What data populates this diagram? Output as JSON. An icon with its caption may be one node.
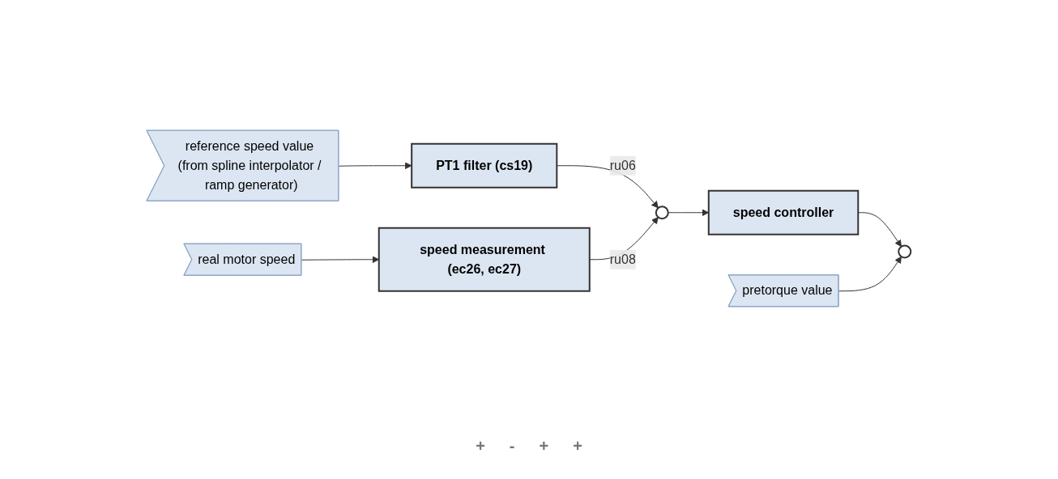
{
  "diagram": {
    "nodes": [
      {
        "text": [
          "pretorque value"
        ]
      },
      {
        "text": [
          "reference speed value (from spline interpolator / ramp generator)"
        ]
      },
      {
        "text": [
          "real motor speed"
        ]
      },
      {
        "text": [
          "PT1 filter (cs19)"
        ]
      },
      {
        "text": [
          "speed measurement (ec26, ec27)"
        ]
      },
      {
        "text": [],
        "shape": "circle"
      },
      {
        "text": [
          "speed controller"
        ]
      },
      {
        "text": [],
        "shape": "circle"
      }
    ],
    "edges": [
      {
        "from": 1,
        "to": 3,
        "arrow": "to"
      },
      {
        "from": 3,
        "to": 5,
        "arrow": "to",
        "label": "ru06"
      },
      {
        "from": 2,
        "to": 4,
        "arrow": "to"
      },
      {
        "from": 4,
        "to": 5,
        "arrow": "to",
        "label": "ru08"
      },
      {
        "from": 5,
        "to": 6,
        "arrow": "to"
      },
      {
        "from": 6,
        "to": 7,
        "arrow": "to"
      },
      {
        "from": 0,
        "to": 7,
        "arrow": "to"
      }
    ],
    "labels": [
      "+",
      "-",
      "+",
      "+"
    ]
  }
}
